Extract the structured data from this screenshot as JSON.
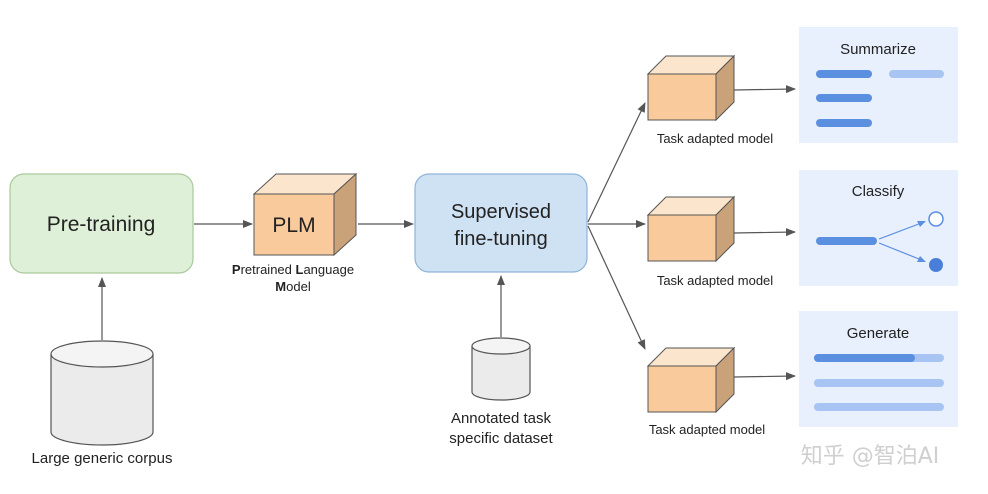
{
  "pretraining": {
    "label": "Pre-training"
  },
  "corpus": {
    "label": "Large generic corpus"
  },
  "plm": {
    "label": "PLM",
    "caption_line1_bold1": "P",
    "caption_line1_text1": "retrained ",
    "caption_line1_bold2": "L",
    "caption_line1_text2": "anguage",
    "caption_line2_bold": "M",
    "caption_line2_text": "odel"
  },
  "finetuning": {
    "line1": "Supervised",
    "line2": "fine-tuning"
  },
  "dataset": {
    "line1": "Annotated task",
    "line2": "specific dataset"
  },
  "task_models": [
    {
      "label": "Task adapted model"
    },
    {
      "label": "Task adapted model"
    },
    {
      "label": "Task adapted model"
    }
  ],
  "tasks": [
    {
      "title": "Summarize"
    },
    {
      "title": "Classify"
    },
    {
      "title": "Generate"
    }
  ],
  "watermark": "知乎 @智泊AI",
  "colors": {
    "pretraining_fill": "#dff0d8",
    "pretraining_stroke": "#a9c99a",
    "finetune_fill": "#cfe2f3",
    "finetune_stroke": "#8fb3d9",
    "cube_front": "#f9cb9c",
    "cube_top": "#fce5cd",
    "cube_side": "#c9a27a",
    "panel_bg": "#e8f0fe",
    "bar_dark": "#5b8fe0",
    "bar_light": "#a7c4f2",
    "arrow": "#555555"
  }
}
